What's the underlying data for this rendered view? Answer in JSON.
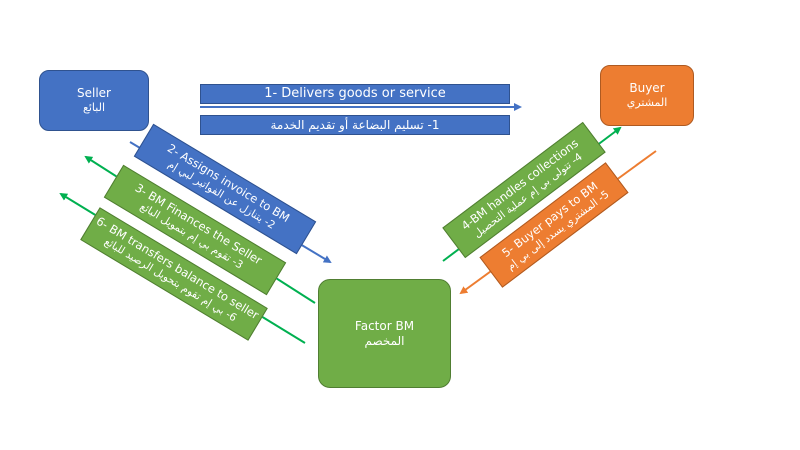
{
  "nodes": {
    "seller": {
      "en": "Seller",
      "ar": "البائع"
    },
    "buyer": {
      "en": "Buyer",
      "ar": "المشتري"
    },
    "factor": {
      "en": "Factor  BM",
      "ar": "المخصم"
    }
  },
  "steps": {
    "step1": {
      "en": "1- Delivers goods or service",
      "ar": "1- تسليم البضاعة أو تقديم الخدمة"
    },
    "step2": {
      "en": "2- Assigns invoice to BM",
      "ar": "2- يتنازل عن الفواتير لبي إم"
    },
    "step3": {
      "en": "3- BM Finances the Seller",
      "ar": "3- تقوم بي إم بتمويل البائع"
    },
    "step4": {
      "en": "4-BM handles collections",
      "ar": "4- تتولى بي إم عملية التحصيل"
    },
    "step5": {
      "en": "5- Buyer pays to BM",
      "ar": "5- المشتري يسدد إلى بي إم"
    },
    "step6": {
      "en": "6- BM transfers balance to seller",
      "ar": "6- بي إم تقوم بتحويل الرصيد للبائع"
    }
  },
  "colors": {
    "blue": "#4472C4",
    "orange": "#ED7D31",
    "green": "#70AD47",
    "green_arrow": "#00B050"
  }
}
